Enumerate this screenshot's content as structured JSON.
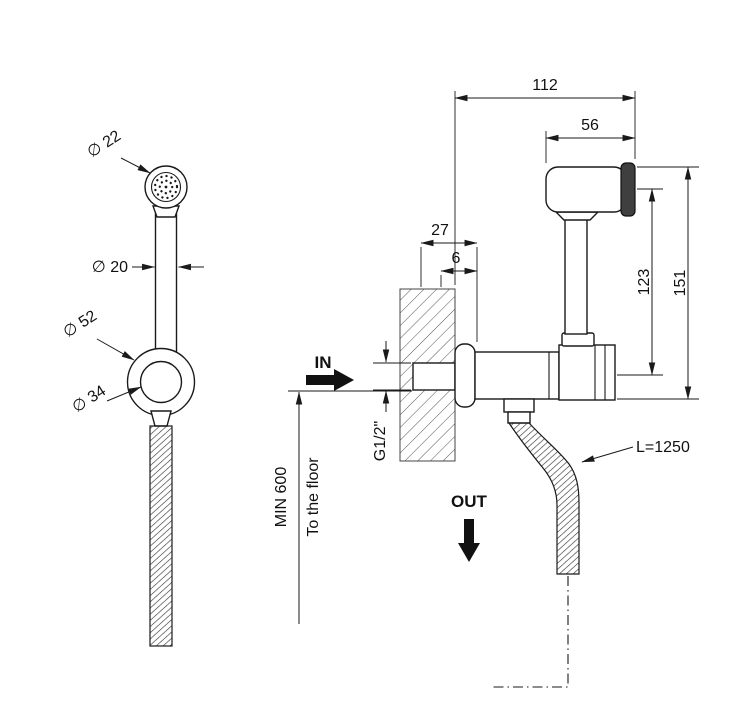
{
  "meta": {
    "title": "Hand shower bidet set — technical installation drawing",
    "ink_color": "#1a1a1a",
    "spray_face_color": "#3f3f3f"
  },
  "labels": {
    "dia22": "∅ 22",
    "dia20": "∅ 20",
    "dia52": "∅ 52",
    "dia34": "∅ 34",
    "dim112": "112",
    "dim56": "56",
    "dim27": "27",
    "dim6": "6",
    "dim123": "123",
    "dim151": "151",
    "thread": "G1/2\"",
    "min600": "MIN 600",
    "to_floor": "To the floor",
    "inlet": "IN",
    "outlet": "OUT",
    "hose_length": "L=1250"
  }
}
